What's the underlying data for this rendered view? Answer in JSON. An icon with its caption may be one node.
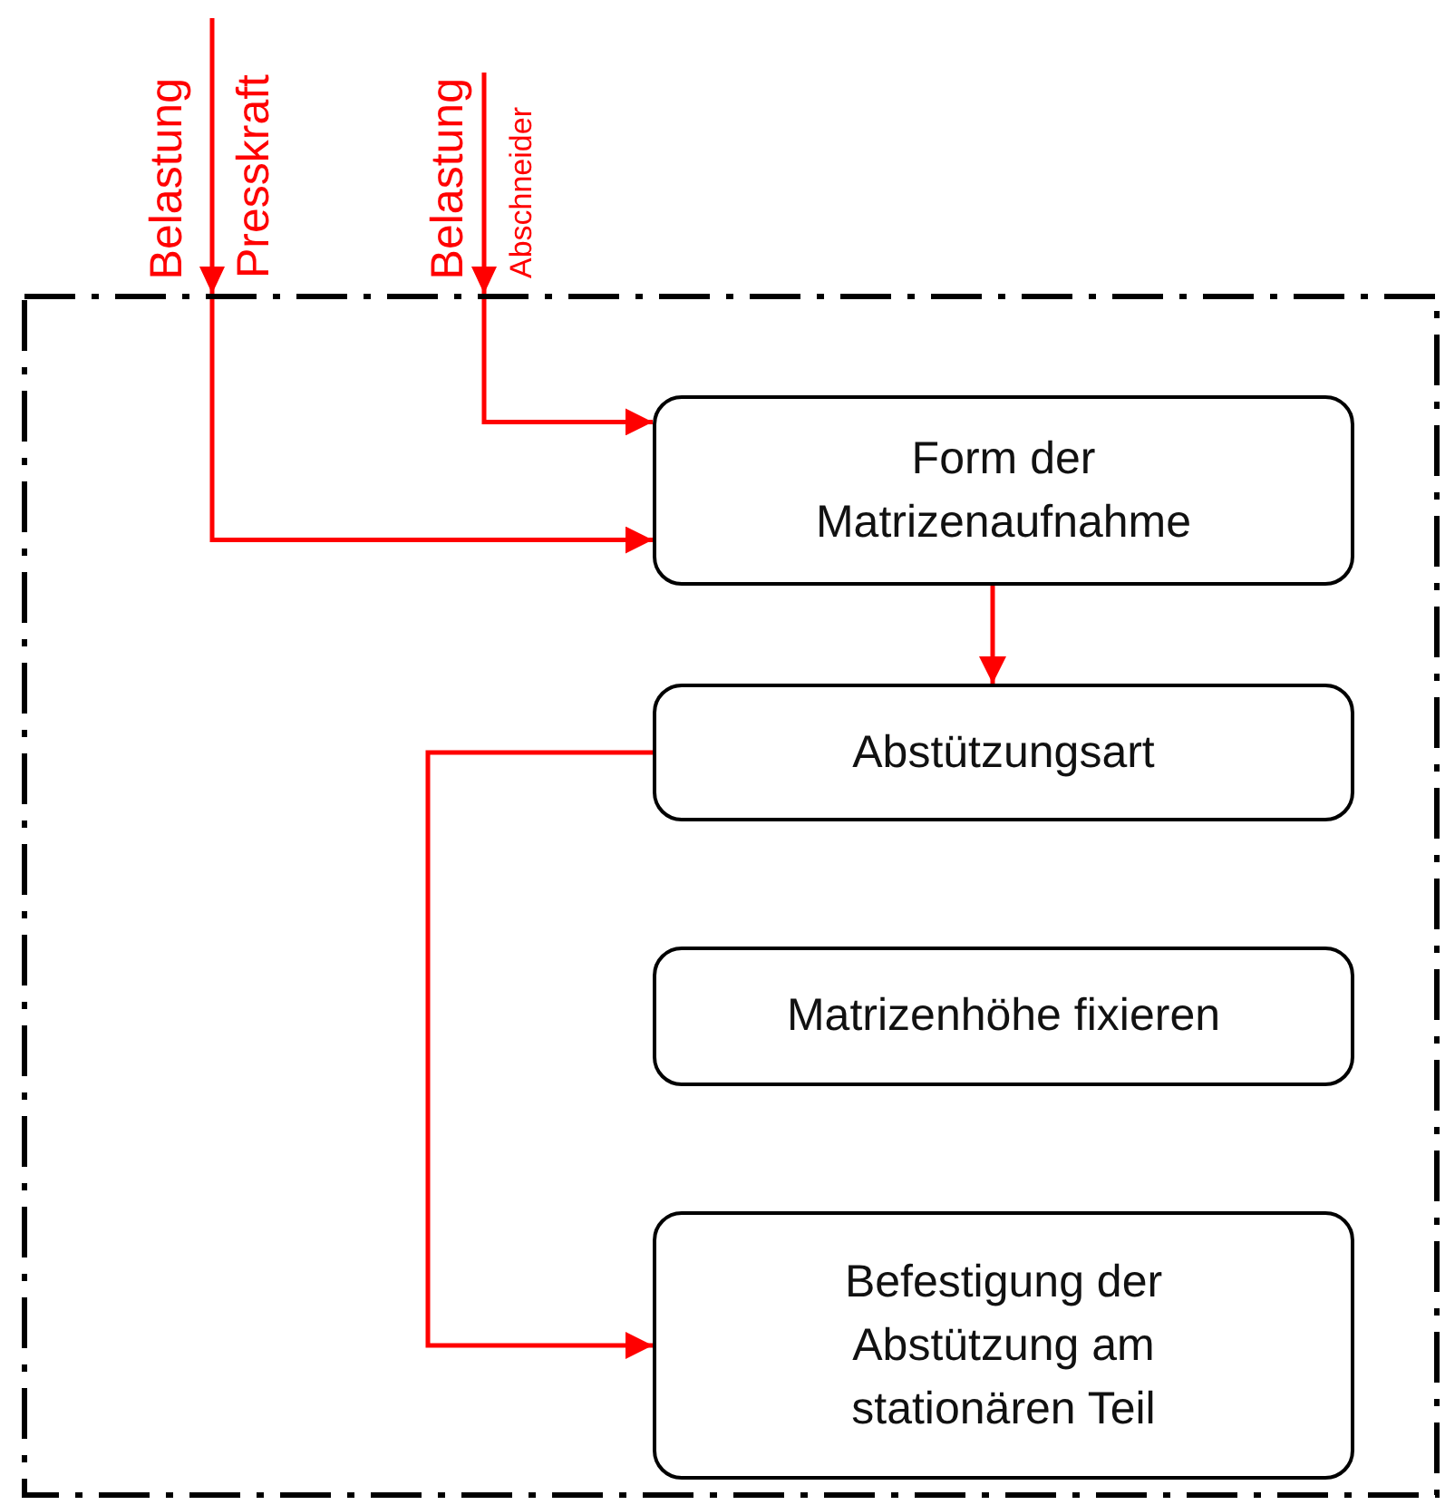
{
  "diagram": {
    "nodes": [
      {
        "text": [],
        "shape": "box"
      },
      {
        "text": [
          "Form der Matrizenaufnahme"
        ],
        "in": 0
      },
      {
        "text": [
          "Abstützungsart"
        ],
        "in": 0
      },
      {
        "text": [
          "Matrizenhöhe fixieren"
        ],
        "in": 0
      },
      {
        "text": [
          "Befestigung der Abstützung am stationären Teil"
        ],
        "in": 0
      },
      {
        "text": [
          "Belastung",
          "Presskraft"
        ]
      },
      {
        "text": [
          "Belastung",
          "Abschneider"
        ]
      }
    ],
    "edges": [
      {
        "from": 5,
        "to": 1,
        "arrow": "to",
        "color": "#ff0000"
      },
      {
        "from": 6,
        "to": 1,
        "arrow": "to",
        "color": "#ff0000"
      },
      {
        "from": 1,
        "to": 2,
        "arrow": "to",
        "color": "#ff0000"
      },
      {
        "from": 2,
        "to": 4,
        "arrow": "to",
        "color": "#ff0000"
      }
    ]
  }
}
